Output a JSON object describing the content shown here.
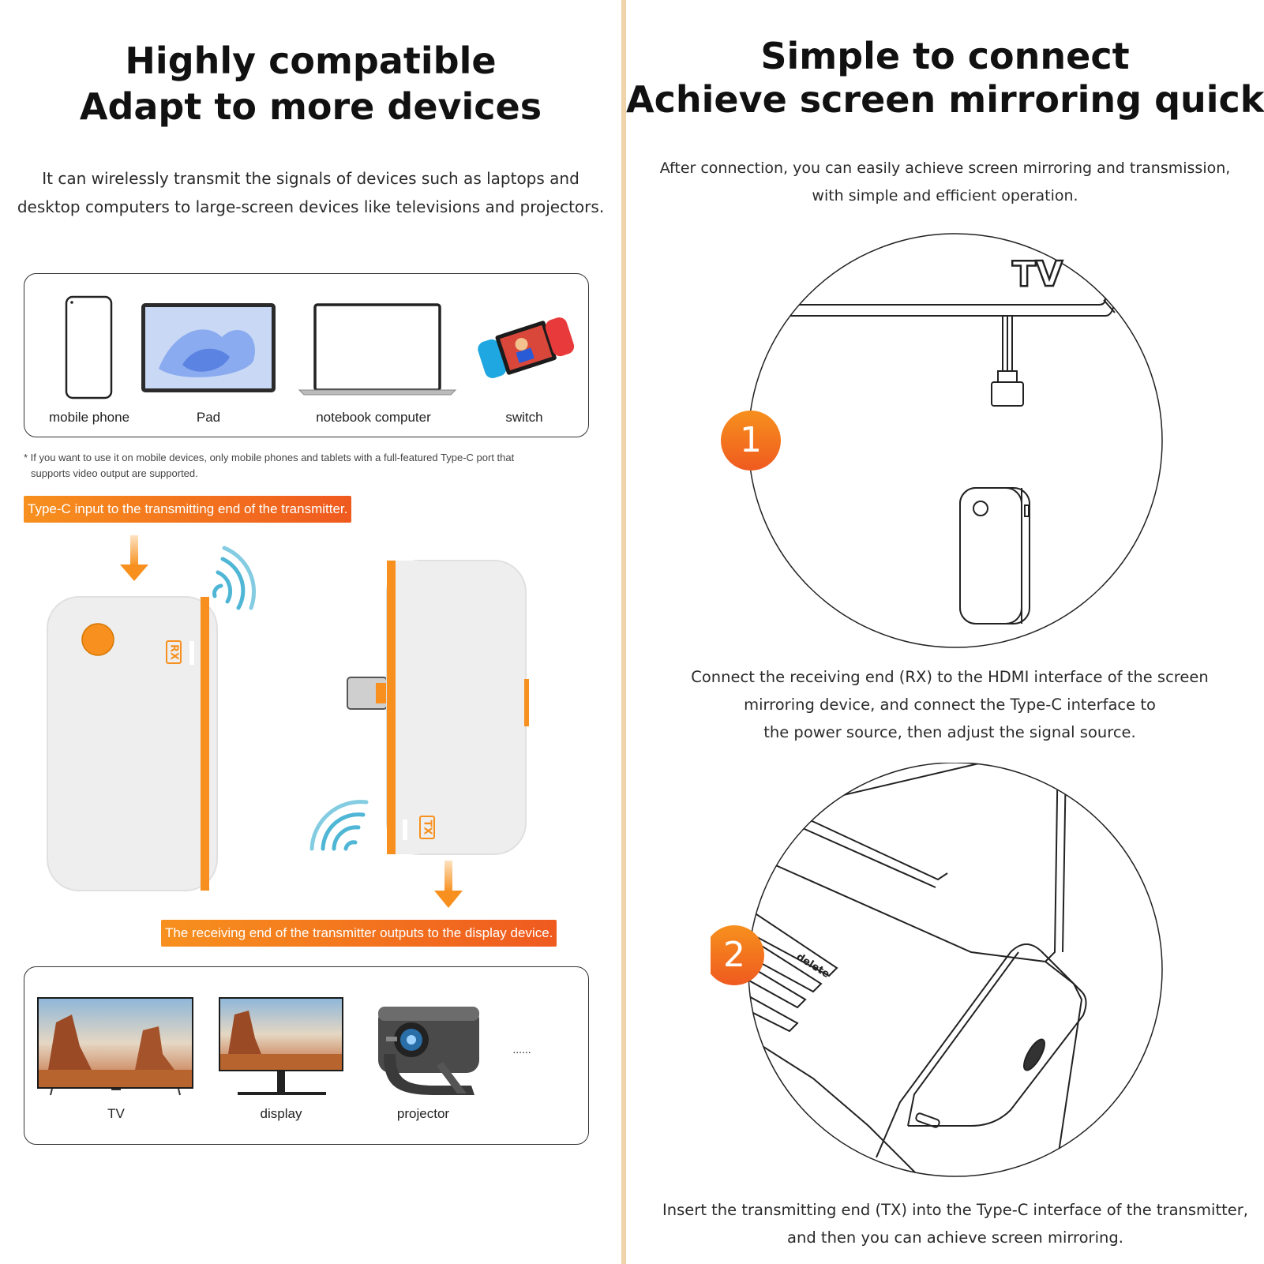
{
  "left": {
    "title_line1": "Highly compatible",
    "title_line2": "Adapt to more devices",
    "desc_line1": "It can wirelessly transmit the signals of devices such as laptops and",
    "desc_line2": "desktop computers to large-screen devices like televisions and projectors.",
    "input_devices": [
      {
        "label": "mobile phone",
        "icon": "smartphone-icon"
      },
      {
        "label": "Pad",
        "icon": "tablet-icon"
      },
      {
        "label": "notebook computer",
        "icon": "laptop-icon"
      },
      {
        "label": "switch",
        "icon": "game-console-icon"
      }
    ],
    "note_line1": "* If you want to use it on mobile devices, only mobile phones and tablets with a full-featured Type-C port that",
    "note_line2": "supports video output are supported.",
    "banner_input": "Type-C input to the transmitting end of the transmitter.",
    "rx_label": "RX",
    "tx_label": "TX",
    "banner_output": "The receiving end of the transmitter outputs to the display device.",
    "output_devices": [
      {
        "label": "TV",
        "icon": "tv-icon"
      },
      {
        "label": "display",
        "icon": "monitor-icon"
      },
      {
        "label": "projector",
        "icon": "projector-icon"
      }
    ],
    "more": "......"
  },
  "right": {
    "title_line1": "Simple to connect",
    "title_line2": "Achieve screen mirroring quickly",
    "desc_line1": "After connection, you can easily achieve screen mirroring and transmission,",
    "desc_line2": "with simple and efficient operation.",
    "tv_text": "TV",
    "step1_number": "1",
    "step1_line1": "Connect the receiving end (RX) to the HDMI interface of the screen",
    "step1_line2": "mirroring device, and connect the Type-C interface to",
    "step1_line3": "the power source, then adjust the signal source.",
    "step2_number": "2",
    "delete_key": "delete",
    "step2_line1": "Insert the transmitting end (TX) into the Type-C interface of the transmitter,",
    "step2_line2": "and then you can achieve screen mirroring."
  },
  "colors": {
    "accent_orange": "#f7901e",
    "accent_red_orange": "#ef5a1f",
    "divider": "#f1d3aa"
  }
}
